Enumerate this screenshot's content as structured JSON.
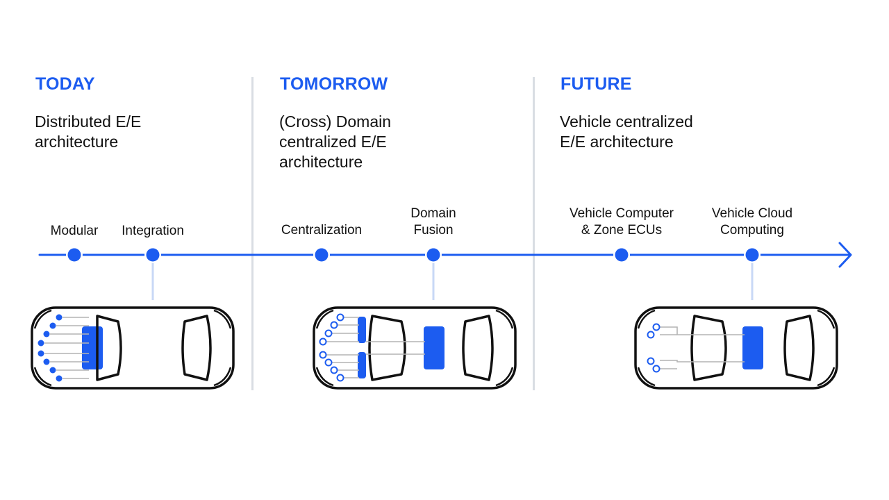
{
  "colors": {
    "accent": "#1c5cf0",
    "divider": "#d9dde3",
    "connector": "#c8d8f6",
    "car_outline": "#111111",
    "wire": "#b4b4b4"
  },
  "phases": [
    {
      "title": "TODAY",
      "description": "Distributed E/E\narchitecture"
    },
    {
      "title": "TOMORROW",
      "description": "(Cross) Domain\ncentralized E/E\narchitecture"
    },
    {
      "title": "FUTURE",
      "description": "Vehicle centralized\nE/E architecture"
    }
  ],
  "milestones": [
    {
      "label": "Modular"
    },
    {
      "label": "Integration"
    },
    {
      "label": "Centralization"
    },
    {
      "label": "Domain\nFusion"
    },
    {
      "label": "Vehicle Computer\n& Zone ECUs"
    },
    {
      "label": "Vehicle Cloud\nComputing"
    }
  ],
  "icons": [
    "timeline-arrow-icon",
    "car-distributed-icon",
    "car-domain-icon",
    "car-centralized-icon"
  ]
}
